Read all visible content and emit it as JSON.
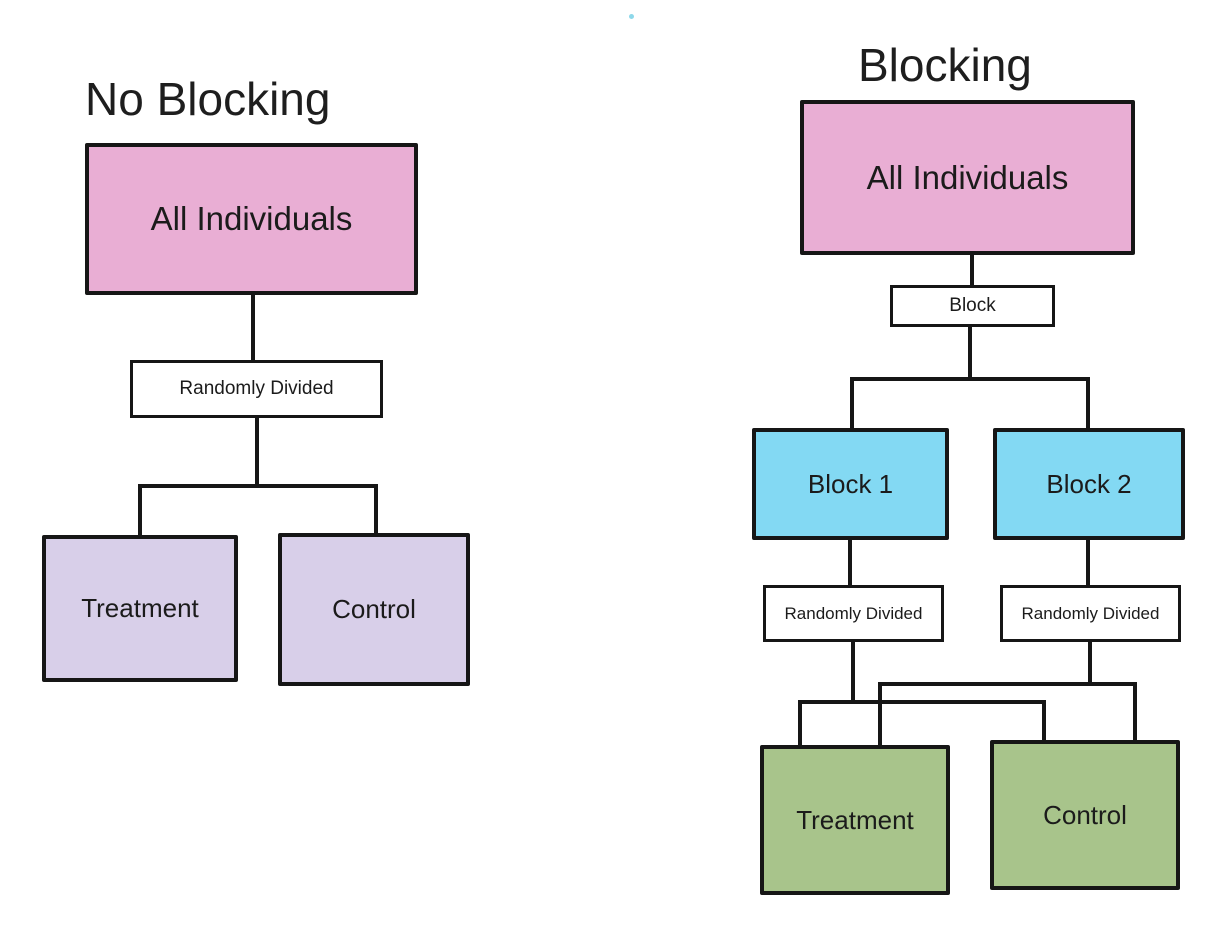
{
  "artifact": {
    "dot_color": "#8ed8ea"
  },
  "no_blocking": {
    "title": "No Blocking",
    "root_label": "All Individuals",
    "divider_label": "Randomly Divided",
    "treatment_label": "Treatment",
    "control_label": "Control",
    "colors": {
      "root_fill": "#e9aed4",
      "leaf_fill": "#d8cfe9",
      "line": "#161616"
    }
  },
  "blocking": {
    "title": "Blocking",
    "root_label": "All Individuals",
    "block_label": "Block",
    "block1_label": "Block 1",
    "block2_label": "Block 2",
    "divider1_label": "Randomly Divided",
    "divider2_label": "Randomly Divided",
    "treatment_label": "Treatment",
    "control_label": "Control",
    "colors": {
      "root_fill": "#e9aed4",
      "block_fill": "#83d9f3",
      "leaf_fill": "#a8c48b",
      "line": "#161616"
    }
  }
}
